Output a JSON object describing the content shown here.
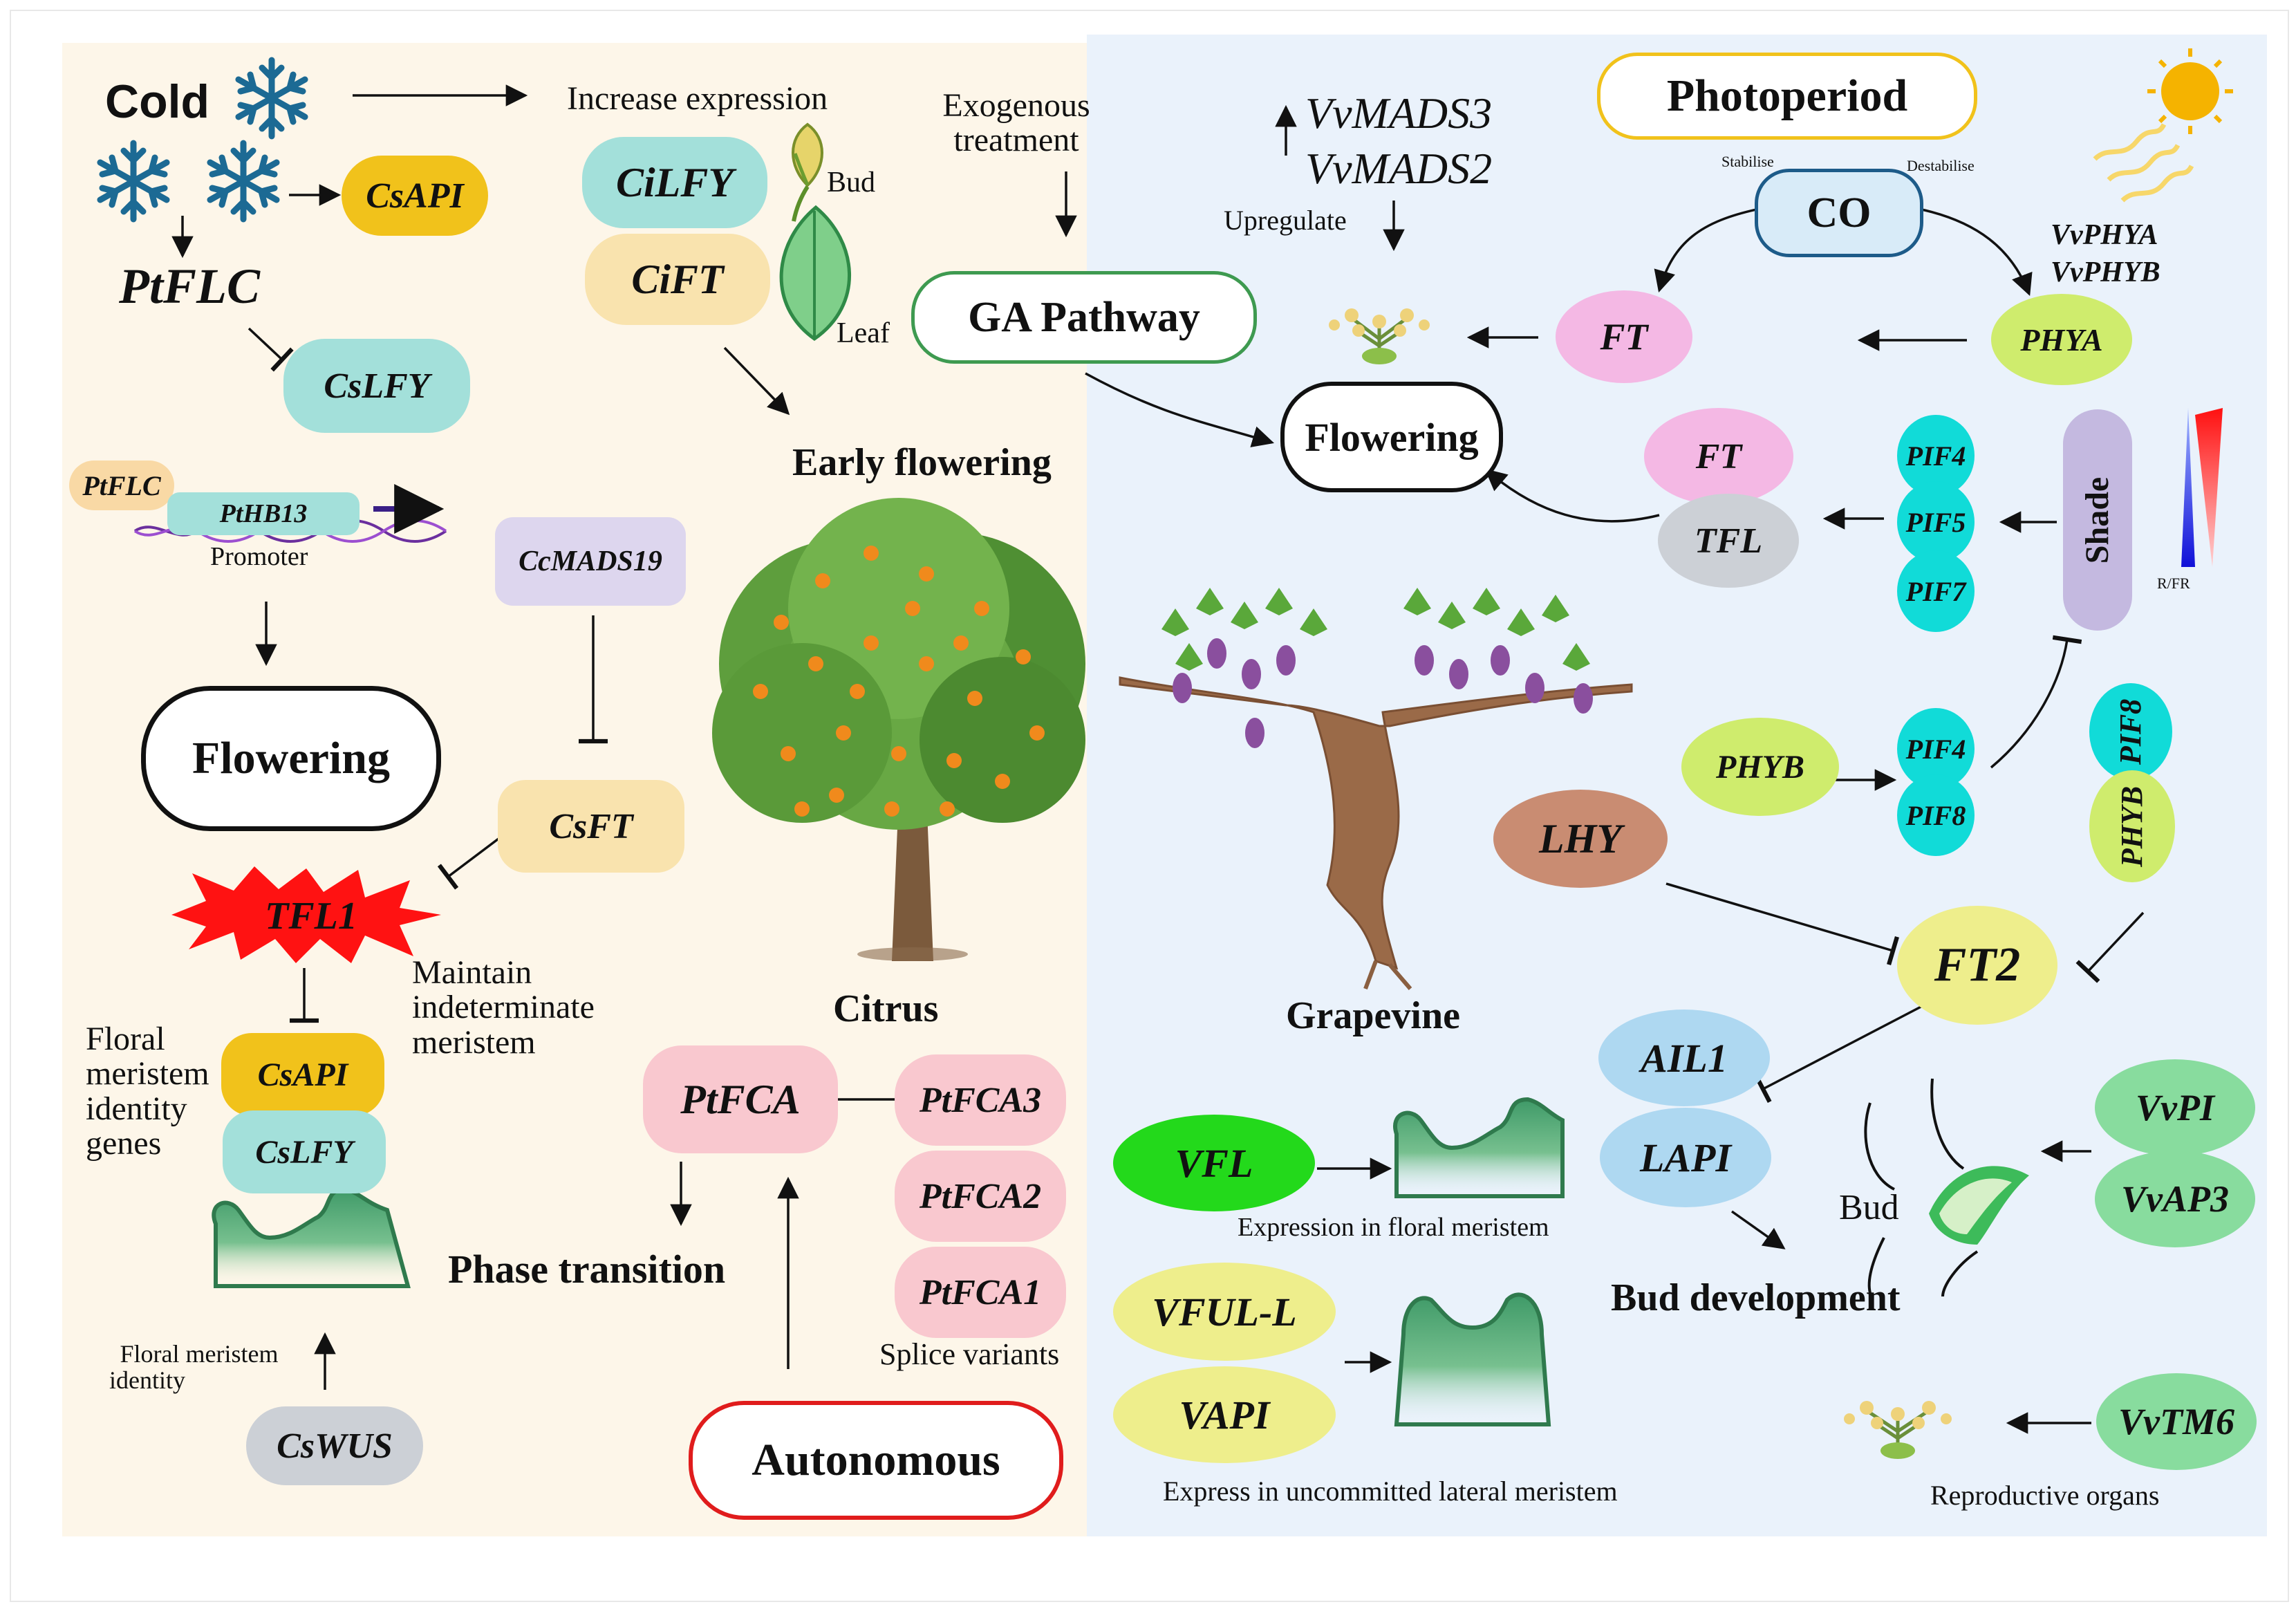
{
  "left": {
    "cold": "Cold",
    "increase_expression": "Increase expression",
    "exogenous_treatment": [
      "Exogenous",
      "treatment"
    ],
    "bud_label": "Bud",
    "leaf_label": "Leaf",
    "early_flowering": "Early flowering",
    "csap1_top": "CsAPI",
    "ptflc_main": "PtFLC",
    "cilfy": "CiLFY",
    "cift": "CiFT",
    "cslfy_top": "CsLFY",
    "ptflc_small": "PtFLC",
    "pthb13": "PtHB13",
    "promoter": "Promoter",
    "ccmads19": "CcMADS19",
    "flowering": "Flowering",
    "csft": "CsFT",
    "tfl1": "TFL1",
    "maintain": [
      "Maintain",
      "indeterminate",
      "meristem"
    ],
    "floral_identity_genes": [
      "Floral",
      "meristem",
      "identity",
      "genes"
    ],
    "csap1_bottom": "CsAPI",
    "cslfy_bottom": "CsLFY",
    "citrus": "Citrus",
    "ptfca": "PtFCA",
    "ptfca3": "PtFCA3",
    "ptfca2": "PtFCA2",
    "ptfca1": "PtFCA1",
    "splice_variants": "Splice variants",
    "phase_transition": "Phase transition",
    "floral_meristem_identity": [
      "Floral meristem",
      "identity"
    ],
    "cswus": "CsWUS",
    "autonomous": "Autonomous"
  },
  "right": {
    "ga_pathway": "GA Pathway",
    "vvmads3": "VvMADS3",
    "vvmads2": "VvMADS2",
    "upregulate": "Upregulate",
    "photoperiod": "Photoperiod",
    "stabilise": "Stabilise",
    "destabilise": "Destabilise",
    "co": "CO",
    "vvphya": "VvPHYA",
    "vvphyb": "VvPHYB",
    "ft_top": "FT",
    "phya": "PHYA",
    "flowering": "Flowering",
    "ft_mid": "FT",
    "tfl": "TFL",
    "pif4_a": "PIF4",
    "pif5": "PIF5",
    "pif7": "PIF7",
    "shade": "Shade",
    "rfr": "R/FR",
    "phyb": "PHYB",
    "pif4_b": "PIF4",
    "pif8_b": "PIF8",
    "pif8_v": "PIF8",
    "phyb_v": "PHYB",
    "lhy": "LHY",
    "grapevine": "Grapevine",
    "ft2": "FT2",
    "ail1": "AIL1",
    "lap1": "LAPI",
    "vvpi": "VvPI",
    "vvap3": "VvAP3",
    "bud": "Bud",
    "bud_development": "Bud development",
    "vfl": "VFL",
    "expression_floral": "Expression  in floral meristem",
    "vful_l": "VFUL-L",
    "vap1": "VAPI",
    "express_uncommitted": "Express in uncommitted lateral meristem",
    "vvtm6": "VvTM6",
    "reproductive_organs": "Reproductive organs"
  },
  "colors": {
    "left_bg": "#fdf6e9",
    "right_bg": "#eaf2fb",
    "yellow_pill": "#f1c21b",
    "teal_pill": "#a3e0da",
    "cream_pill": "#f9e3ae",
    "lavender_pill": "#ddd6ee",
    "pink_pill": "#f9c8cf",
    "grey_pill": "#ccd0d6",
    "magenta_pill": "#f4b8e4",
    "lime_pill": "#cfec6d",
    "cyan_pill": "#11dbd8",
    "brown_pill": "#c98c72",
    "light_yellow_pill": "#eeee8c",
    "light_blue_pill": "#aed8f1",
    "green_pill": "#88dc9e",
    "bright_green_pill": "#23d91b",
    "red_burst": "#ff1212",
    "snowflake": "#1c6a94",
    "meristem_green": "#4ea573"
  }
}
